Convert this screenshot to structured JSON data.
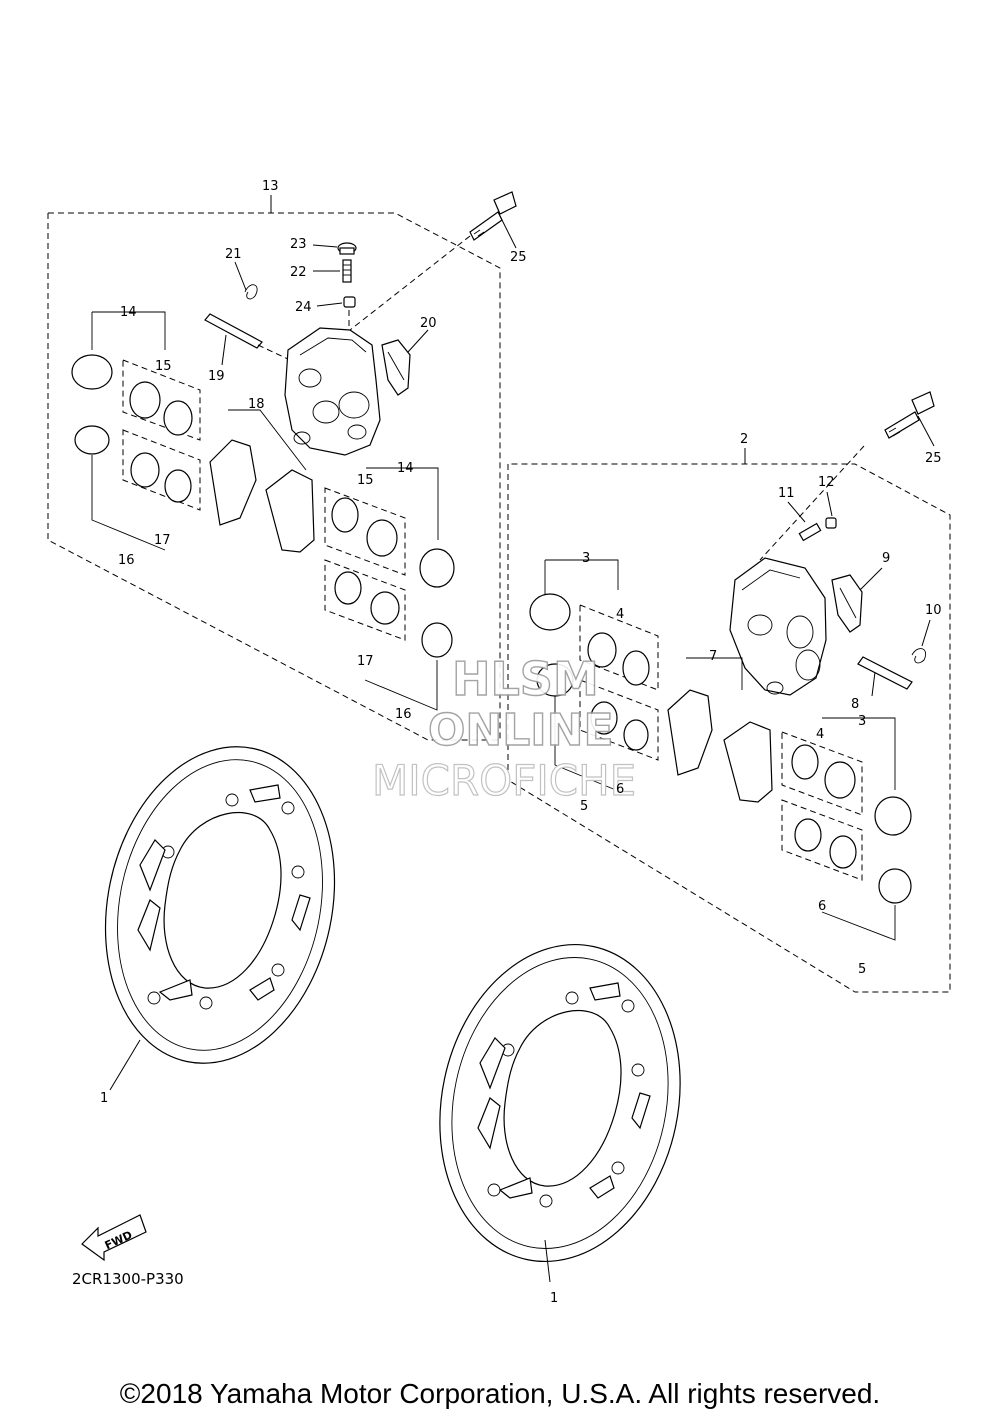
{
  "diagram": {
    "callouts": {
      "n1a": "1",
      "n1b": "1",
      "n2": "2",
      "n3a": "3",
      "n3b": "3",
      "n4a": "4",
      "n4b": "4",
      "n5a": "5",
      "n5b": "5",
      "n6a": "6",
      "n6b": "6",
      "n7": "7",
      "n8": "8",
      "n9": "9",
      "n10": "10",
      "n11": "11",
      "n12": "12",
      "n13": "13",
      "n14a": "14",
      "n14b": "14",
      "n15a": "15",
      "n15b": "15",
      "n16a": "16",
      "n16b": "16",
      "n17a": "17",
      "n17b": "17",
      "n18": "18",
      "n19": "19",
      "n20": "20",
      "n21": "21",
      "n22": "22",
      "n23": "23",
      "n24": "24",
      "n25a": "25",
      "n25b": "25"
    },
    "fwd_label": "FWD",
    "reference_code": "2CR1300-P330",
    "watermark": {
      "line1": "HLSM",
      "line2": "ONLINE",
      "line3": "MICROFICHE"
    }
  },
  "footer": {
    "copyright": "©2018 Yamaha Motor Corporation, U.S.A. All rights reserved."
  }
}
